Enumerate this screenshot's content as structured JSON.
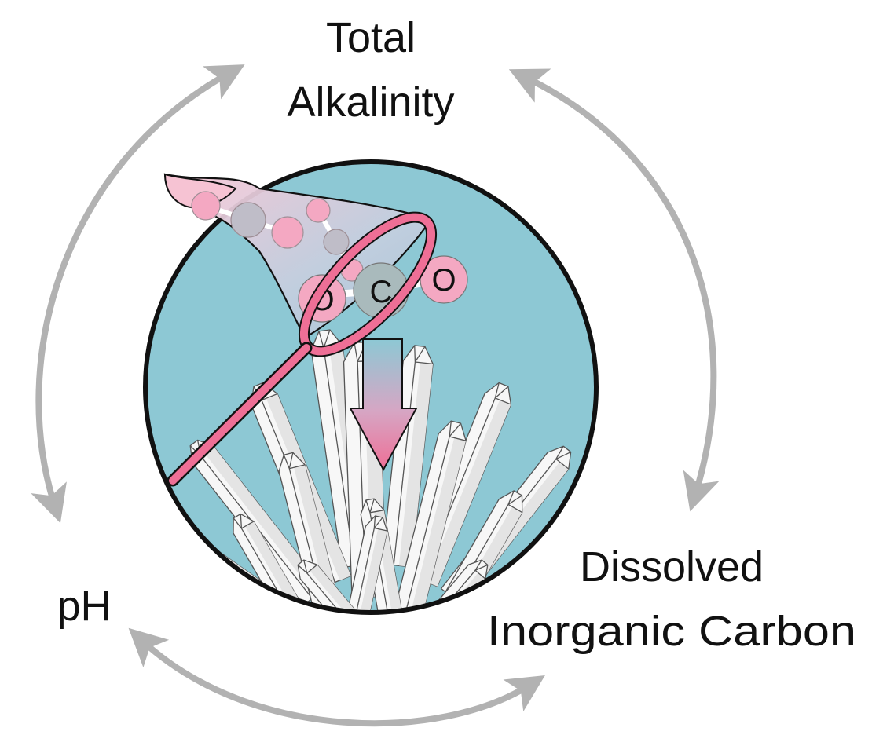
{
  "labels": {
    "total_alkalinity": [
      "Total",
      "Alkalinity"
    ],
    "ph": "pH",
    "dic": [
      "Dissolved",
      "Inorganic Carbon"
    ]
  },
  "molecule": {
    "left_atom": "O",
    "center_atom": "C",
    "right_atom": "O"
  },
  "colors": {
    "water": "#8dc8d4",
    "net_pink": "#ee6f96",
    "atom_pink": "#f4a8c2",
    "atom_gray": "#a9babc",
    "cycle_arrow": "#b2b2b2",
    "outline": "#111111",
    "crystal": "#f7f7f7"
  }
}
